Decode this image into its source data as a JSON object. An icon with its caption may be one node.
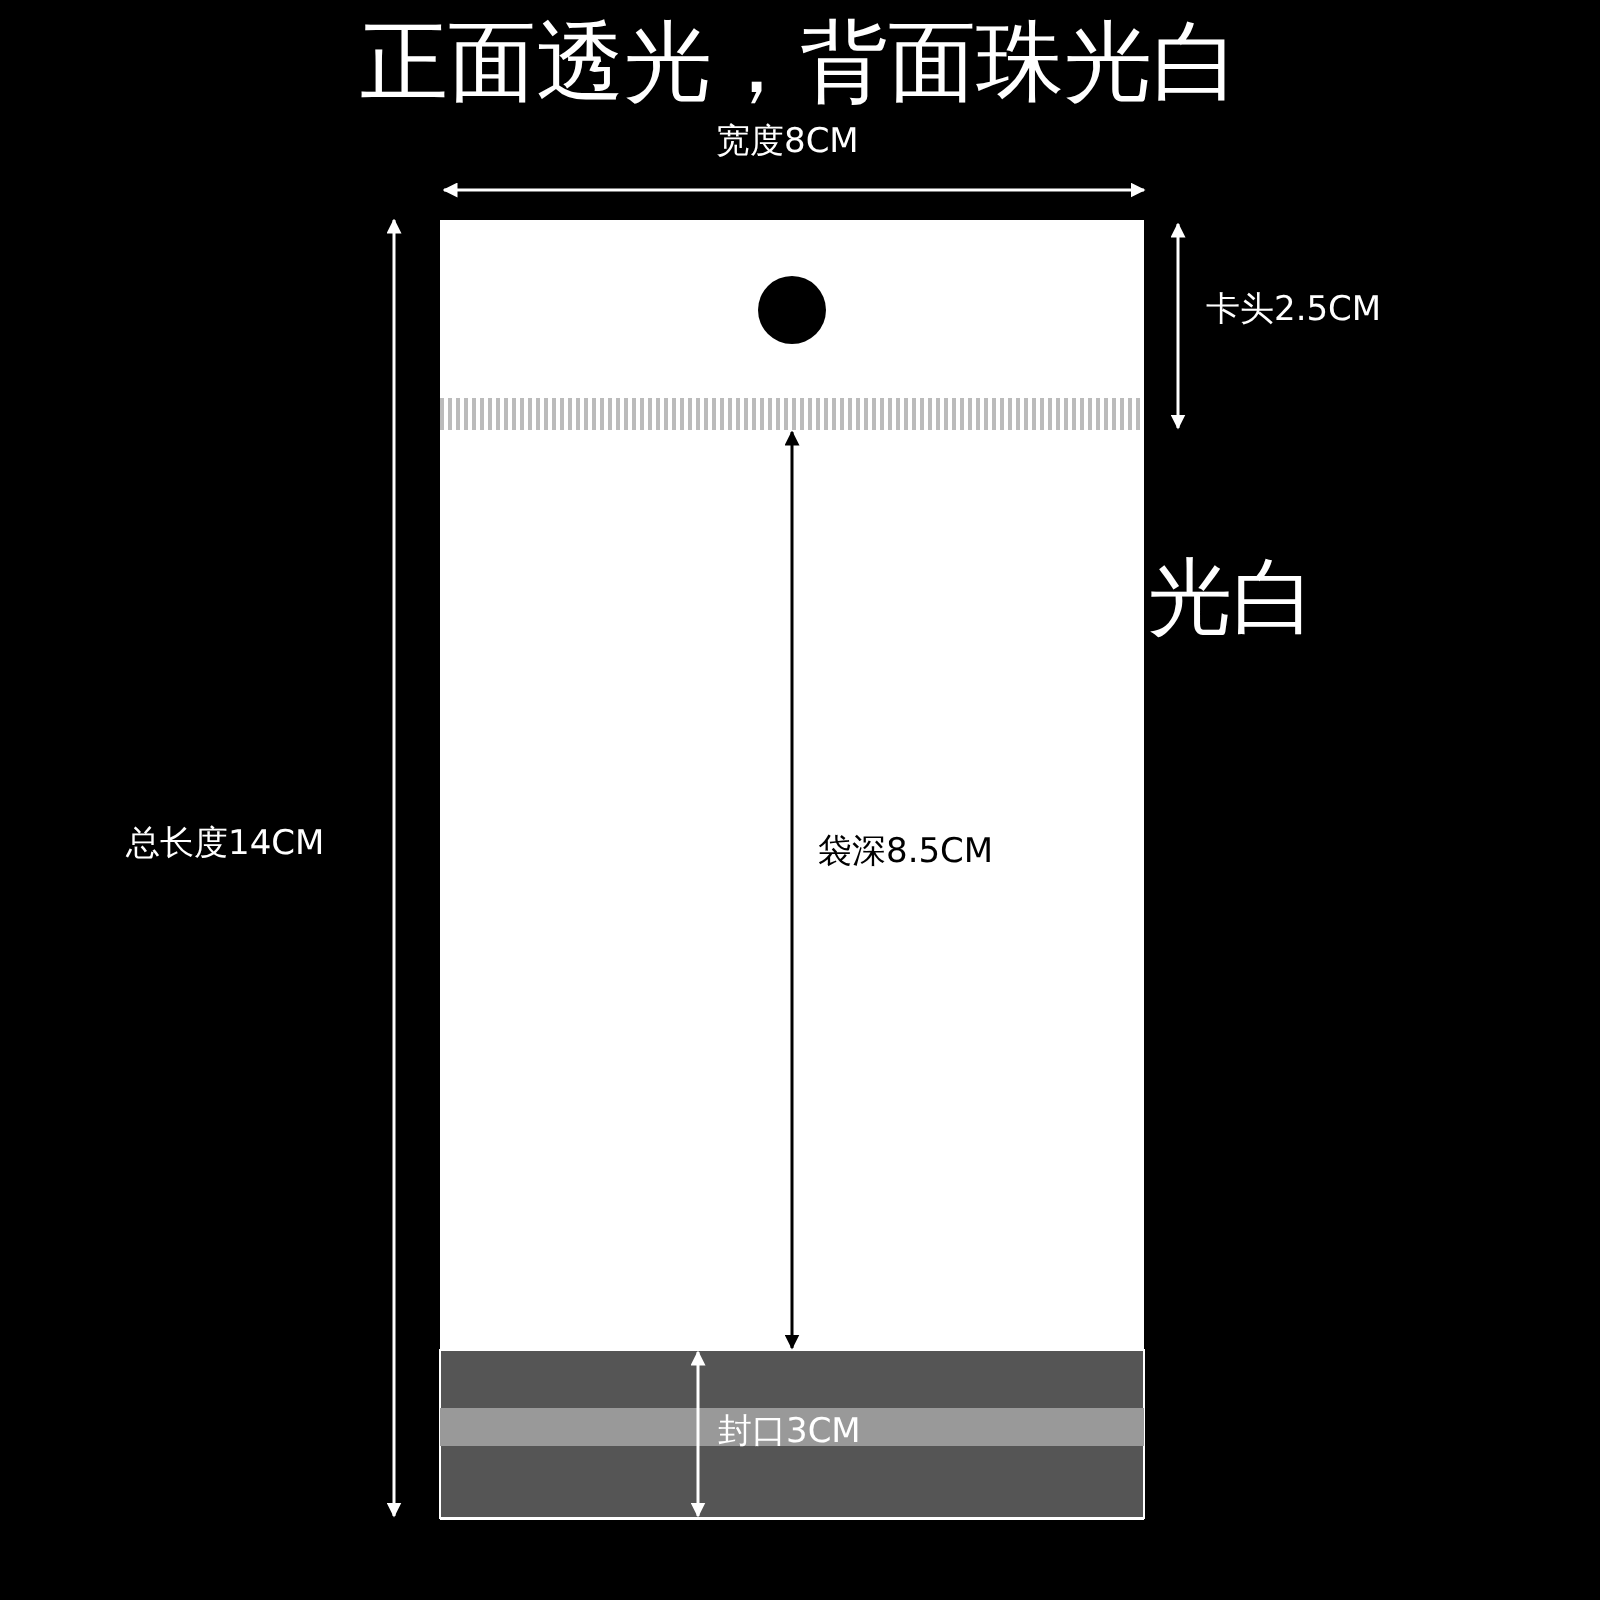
{
  "diagram": {
    "title": "正面透光，背面珠光白",
    "labels": [
      "宽度8CM",
      "卡头2.5CM",
      "光白",
      "总长度14CM",
      "袋深8.5CM",
      "封口3CM"
    ]
  }
}
